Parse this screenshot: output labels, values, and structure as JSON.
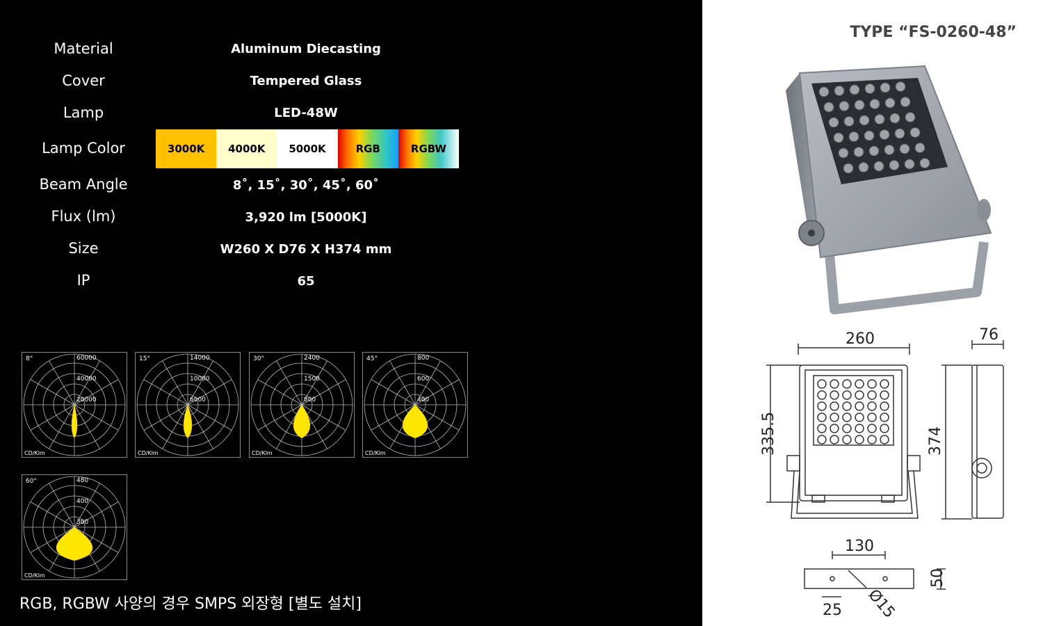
{
  "specs": [
    {
      "label": "Material",
      "value": "Aluminum Diecasting"
    },
    {
      "label": "Cover",
      "value": "Tempered  Glass"
    },
    {
      "label": "Lamp",
      "value": "LED-48W"
    },
    {
      "label": "Lamp Color",
      "value": ""
    },
    {
      "label": "Beam Angle",
      "value": "8˚, 15˚, 30˚, 45˚, 60˚"
    },
    {
      "label": "Flux (lm)",
      "value": "3,920 lm [5000K]"
    },
    {
      "label": "Size",
      "value": "W260  X D76  X H374 mm"
    },
    {
      "label": "IP",
      "value": "65"
    }
  ],
  "lamp_colors": [
    {
      "label": "3000K",
      "color": "#FFC000"
    },
    {
      "label": "4000K",
      "color": "#FFFFCC"
    },
    {
      "label": "5000K",
      "color": "#FFFFFF"
    },
    {
      "label": "RGB",
      "color": "gradient-rgb"
    },
    {
      "label": "RGBW",
      "color": "gradient-rgbw"
    }
  ],
  "polar_charts": [
    {
      "angle": "8°",
      "rings": [
        "60000",
        "40000",
        "20000"
      ],
      "unit": "CD/Klm"
    },
    {
      "angle": "15°",
      "rings": [
        "14000",
        "10000",
        "6000"
      ],
      "unit": "CD/Klm"
    },
    {
      "angle": "30°",
      "rings": [
        "2400",
        "1500",
        "800"
      ],
      "unit": "CD/Klm"
    },
    {
      "angle": "45°",
      "rings": [
        "800",
        "600",
        "400"
      ],
      "unit": "CD/Klm"
    },
    {
      "angle": "60°",
      "rings": [
        "480",
        "400",
        "300"
      ],
      "unit": "CD/Klm"
    }
  ],
  "footnote": "RGB, RGBW 사양의 경우 SMPS 외장형 [별도 설치]",
  "type_title": "TYPE “FS-0260-48”",
  "dimensions": {
    "width": "260",
    "depth": "76",
    "height_front": "335.5",
    "height_side": "374",
    "bracket_width": "130",
    "bracket_height": "50",
    "hole_offset": "25",
    "hole_dia": "Ø15"
  }
}
